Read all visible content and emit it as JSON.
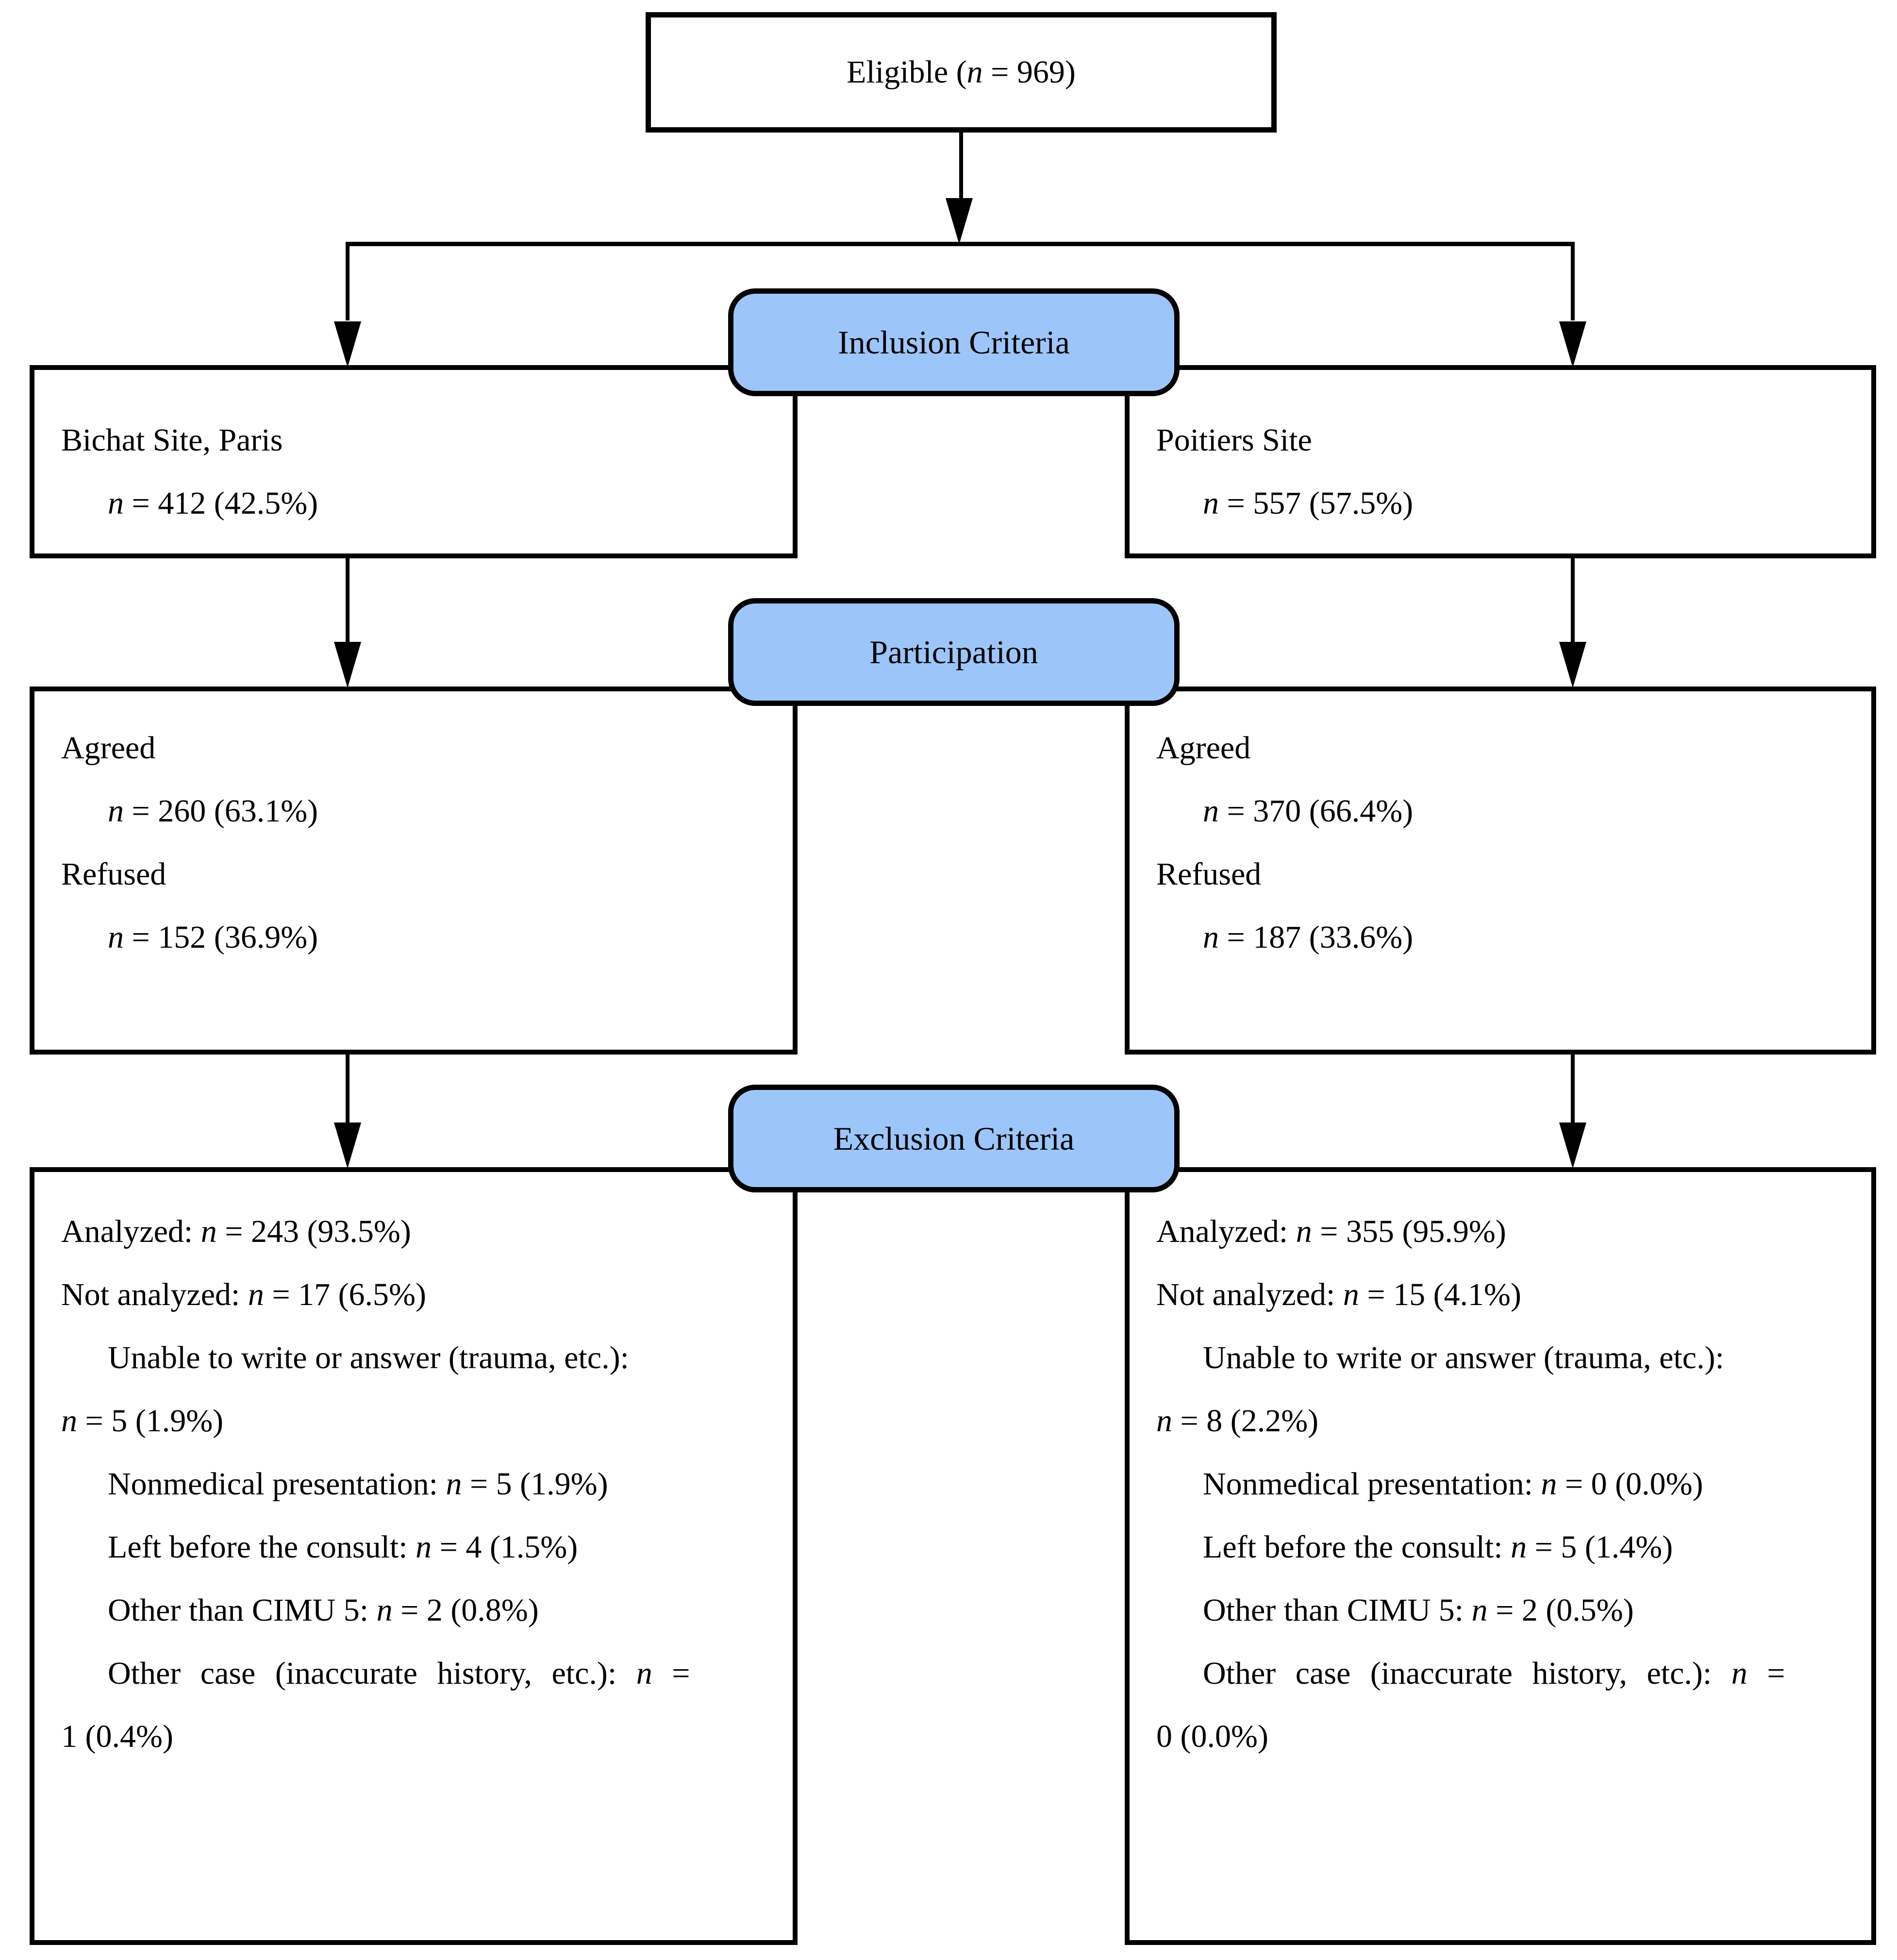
{
  "top_box": {
    "label": "Eligible (n = 969)"
  },
  "stages": {
    "inclusion_label": "Inclusion Criteria",
    "participation_label": "Participation",
    "exclusion_label": "Exclusion Criteria"
  },
  "left_column": {
    "site": {
      "lines": [
        "Bichat Site, Paris",
        "n = 412 (42.5%)"
      ]
    },
    "participation": {
      "lines": [
        "Agreed",
        "n = 260 (63.1%)",
        "Refused",
        "n = 152 (36.9%)"
      ]
    },
    "exclusion": {
      "lines": [
        "Analyzed: n = 243 (93.5%)",
        "Not analyzed: n = 17 (6.5%)",
        "Unable to write or answer (trauma, etc.):",
        "n = 5 (1.9%)",
        "Nonmedical presentation: n = 5 (1.9%)",
        "Left before the consult: n = 4 (1.5%)",
        "Other than CIMU 5: n = 2 (0.8%)",
        "Other case (inaccurate history, etc.): n =",
        "1 (0.4%)"
      ]
    }
  },
  "right_column": {
    "site": {
      "lines": [
        "Poitiers Site",
        "n = 557 (57.5%)"
      ]
    },
    "participation": {
      "lines": [
        "Agreed",
        "n = 370 (66.4%)",
        "Refused",
        "n = 187 (33.6%)"
      ]
    },
    "exclusion": {
      "lines": [
        "Analyzed: n = 355 (95.9%)",
        "Not analyzed: n = 15 (4.1%)",
        "Unable to write or answer (trauma, etc.):",
        "n = 8 (2.2%)",
        "Nonmedical presentation: n = 0 (0.0%)",
        "Left before the consult: n = 5 (1.4%)",
        "Other than CIMU 5: n = 2 (0.5%)",
        "Other case (inaccurate history, etc.): n =",
        "0 (0.0%)"
      ]
    }
  },
  "colors": {
    "stage_fill": "#9CC6FA",
    "line_color": "#000000",
    "background": "#FFFFFF"
  }
}
